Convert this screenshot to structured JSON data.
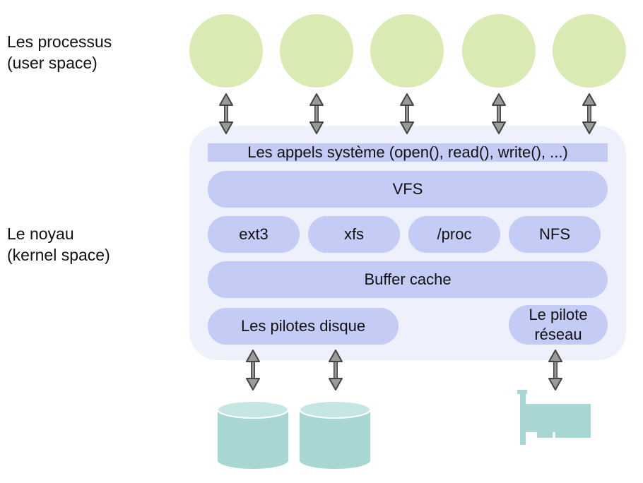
{
  "labels": {
    "user_space": "Les processus\n(user space)",
    "kernel_space": "Le noyau\n(kernel space)"
  },
  "kernel": {
    "syscalls": "Les appels système (open(), read(), write(), ...)",
    "vfs": "VFS",
    "filesystems": [
      "ext3",
      "xfs",
      "/proc",
      "NFS"
    ],
    "buffer_cache": "Buffer cache",
    "disk_drivers": "Les pilotes disque",
    "network_driver": "Le pilote\nréseau"
  },
  "colors": {
    "process": "#d9eab2",
    "kernel_background": "#eef1fb",
    "layer": "#c4cbf5",
    "hardware": "#a8d6d2",
    "arrow": "#888888"
  }
}
